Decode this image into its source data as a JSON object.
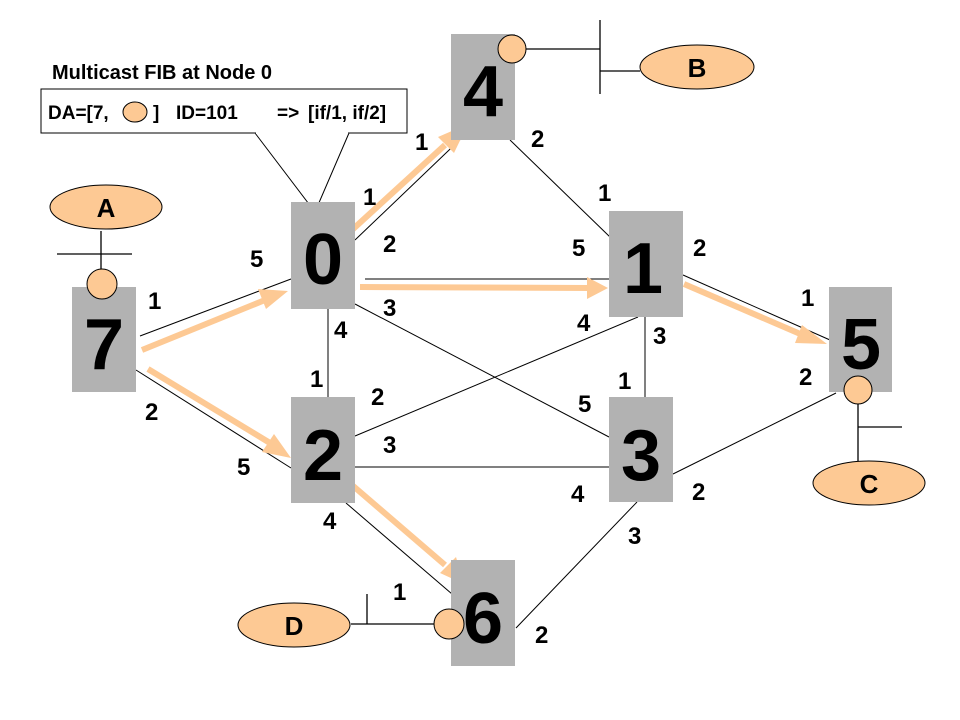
{
  "callout": {
    "title": "Multicast FIB at Node 0",
    "da_prefix": "DA=[7,",
    "da_suffix": "]",
    "id_text": "ID=101",
    "arrow_text": "=>",
    "outputs_text": "[if/1, if/2]"
  },
  "nodes": [
    {
      "id": "0",
      "label": "0"
    },
    {
      "id": "1",
      "label": "1"
    },
    {
      "id": "2",
      "label": "2"
    },
    {
      "id": "3",
      "label": "3"
    },
    {
      "id": "4",
      "label": "4"
    },
    {
      "id": "5",
      "label": "5"
    },
    {
      "id": "6",
      "label": "6"
    },
    {
      "id": "7",
      "label": "7"
    }
  ],
  "hosts": [
    {
      "id": "A",
      "label": "A",
      "attached_to": "7"
    },
    {
      "id": "B",
      "label": "B",
      "attached_to": "4"
    },
    {
      "id": "C",
      "label": "C",
      "attached_to": "5"
    },
    {
      "id": "D",
      "label": "D",
      "attached_to": "6"
    }
  ],
  "links": [
    {
      "from": "7",
      "to": "0",
      "multicast": true
    },
    {
      "from": "7",
      "to": "2",
      "multicast": true
    },
    {
      "from": "0",
      "to": "4",
      "multicast": true
    },
    {
      "from": "0",
      "to": "1",
      "multicast": true
    },
    {
      "from": "0",
      "to": "2",
      "multicast": false
    },
    {
      "from": "0",
      "to": "3",
      "multicast": false
    },
    {
      "from": "4",
      "to": "1",
      "multicast": false
    },
    {
      "from": "1",
      "to": "5",
      "multicast": true
    },
    {
      "from": "1",
      "to": "2",
      "multicast": false
    },
    {
      "from": "1",
      "to": "3",
      "multicast": false
    },
    {
      "from": "2",
      "to": "3",
      "multicast": false
    },
    {
      "from": "2",
      "to": "6",
      "multicast": true
    },
    {
      "from": "3",
      "to": "5",
      "multicast": false
    },
    {
      "from": "3",
      "to": "6",
      "multicast": false
    }
  ],
  "port_labels": [
    {
      "node": "7",
      "label": "1"
    },
    {
      "node": "7",
      "label": "2"
    },
    {
      "node": "0",
      "label": "1"
    },
    {
      "node": "0",
      "label": "2"
    },
    {
      "node": "0",
      "label": "3"
    },
    {
      "node": "0",
      "label": "4"
    },
    {
      "node": "0",
      "label": "5"
    },
    {
      "node": "4",
      "label": "1"
    },
    {
      "node": "4",
      "label": "2"
    },
    {
      "node": "1",
      "label": "1"
    },
    {
      "node": "1",
      "label": "2"
    },
    {
      "node": "1",
      "label": "3"
    },
    {
      "node": "1",
      "label": "4"
    },
    {
      "node": "1",
      "label": "5"
    },
    {
      "node": "5",
      "label": "1"
    },
    {
      "node": "5",
      "label": "2"
    },
    {
      "node": "2",
      "label": "1"
    },
    {
      "node": "2",
      "label": "2"
    },
    {
      "node": "2",
      "label": "3"
    },
    {
      "node": "2",
      "label": "4"
    },
    {
      "node": "2",
      "label": "5"
    },
    {
      "node": "3",
      "label": "1"
    },
    {
      "node": "3",
      "label": "2"
    },
    {
      "node": "3",
      "label": "3"
    },
    {
      "node": "3",
      "label": "4"
    },
    {
      "node": "3",
      "label": "5"
    },
    {
      "node": "6",
      "label": "1"
    },
    {
      "node": "6",
      "label": "2"
    }
  ],
  "colors": {
    "node_fill": "#b2b2b2",
    "host_fill": "#fdc994",
    "multicast_path": "#fdc994",
    "link": "#000000"
  }
}
